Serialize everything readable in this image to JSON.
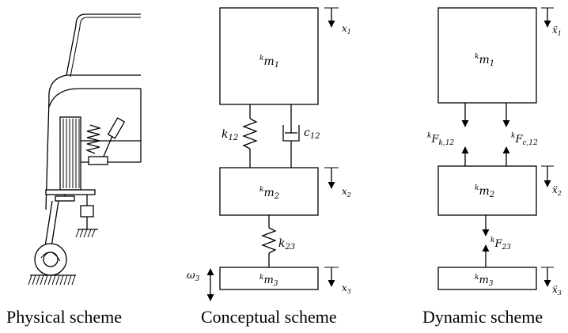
{
  "captions": {
    "physical": "Physical scheme",
    "conceptual": "Conceptual scheme",
    "dynamic": "Dynamic scheme"
  },
  "conceptual": {
    "m1": {
      "prefix": "k",
      "main": "m",
      "sub": "1"
    },
    "m2": {
      "prefix": "k",
      "main": "m",
      "sub": "2"
    },
    "m3": {
      "prefix": "k",
      "main": "m",
      "sub": "3"
    },
    "k12": {
      "main": "k",
      "sub": "12"
    },
    "c12": {
      "main": "c",
      "sub": "12"
    },
    "k23": {
      "main": "k",
      "sub": "23"
    },
    "x1": {
      "main": "x",
      "sub": "1"
    },
    "x2": {
      "main": "x",
      "sub": "2"
    },
    "x3": {
      "main": "x",
      "sub": "3"
    },
    "w3": {
      "main": "ω",
      "sub": "3"
    }
  },
  "dynamic": {
    "m1": {
      "prefix": "k",
      "main": "m",
      "sub": "1"
    },
    "m2": {
      "prefix": "k",
      "main": "m",
      "sub": "2"
    },
    "m3": {
      "prefix": "k",
      "main": "m",
      "sub": "3"
    },
    "fk12": {
      "prefix": "k",
      "main": "F",
      "sub": "k,12"
    },
    "fc12": {
      "prefix": "k",
      "main": "F",
      "sub": "c,12"
    },
    "f23": {
      "prefix": "k",
      "main": "F",
      "sub": "23"
    },
    "a1": {
      "main": "ẍ",
      "sub": "1"
    },
    "a2": {
      "main": "ẍ",
      "sub": "2"
    },
    "a3": {
      "main": "ẍ",
      "sub": "3"
    }
  }
}
